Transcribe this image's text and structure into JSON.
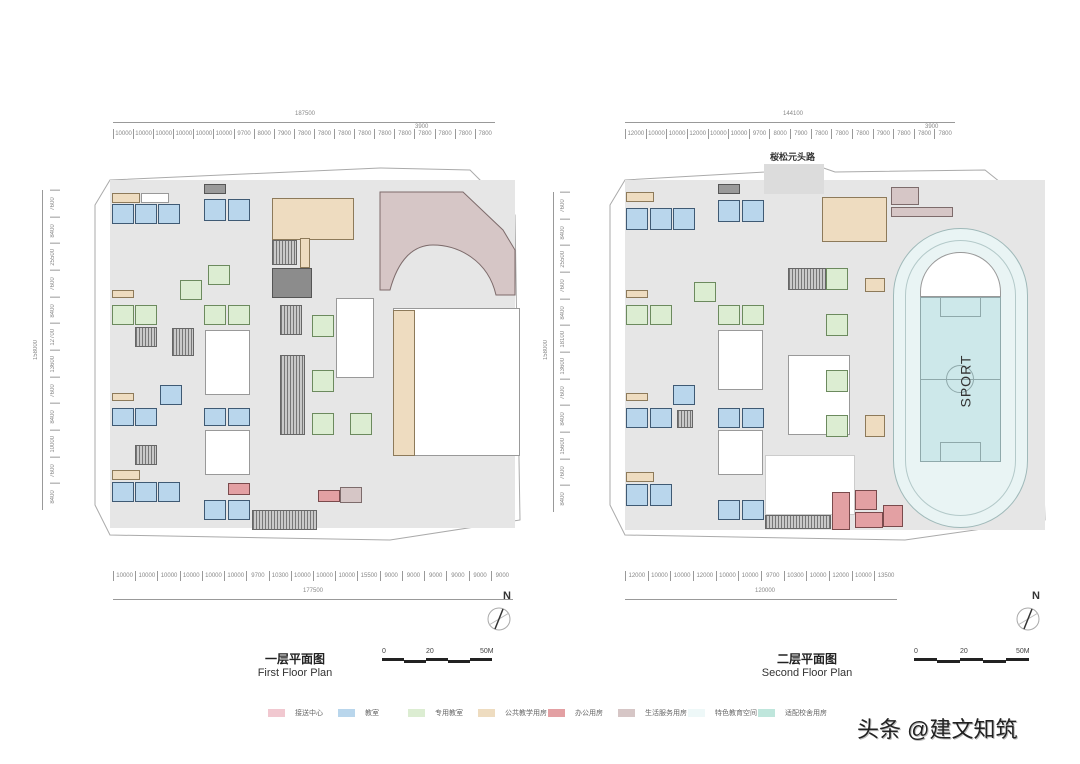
{
  "plans": [
    {
      "id": "first",
      "title_cn": "一层平面图",
      "title_en": "First Floor Plan",
      "top_total": "187500",
      "top_segments": [
        "10000",
        "10000",
        "10000",
        "10000",
        "10000",
        "10000",
        "9700",
        "8000",
        "7900",
        "7800",
        "7800",
        "7800",
        "7800",
        "7800",
        "7800",
        "7800",
        "7800",
        "7800",
        "7800"
      ],
      "top_extra": "3900",
      "bottom_total": "177500",
      "bottom_segments": [
        "10000",
        "10000",
        "10000",
        "10000",
        "10000",
        "10000",
        "9700",
        "10300",
        "10000",
        "10000",
        "10000",
        "15500",
        "9000",
        "9000",
        "9000",
        "9000",
        "9000",
        "9000"
      ],
      "left_total": "158000",
      "left_segments": [
        "7600",
        "8400",
        "25500",
        "7600",
        "8400",
        "12700",
        "13600",
        "7600",
        "8400",
        "10000",
        "7600",
        "8400"
      ],
      "north_label": "N",
      "scale": {
        "start": "0",
        "mid": "20",
        "end": "50M"
      }
    },
    {
      "id": "second",
      "title_cn": "二层平面图",
      "title_en": "Second Floor Plan",
      "road_label": "桜松元头路",
      "field_label": "SPORT",
      "top_total": "144100",
      "top_segments": [
        "12000",
        "10000",
        "10000",
        "12000",
        "10000",
        "10000",
        "9700",
        "8000",
        "7900",
        "7800",
        "7800",
        "7800",
        "7900",
        "7800",
        "7800",
        "7800"
      ],
      "top_extra": "3900",
      "bottom_total": "120000",
      "bottom_segments": [
        "12000",
        "10000",
        "10000",
        "12000",
        "10000",
        "10000",
        "9700",
        "10300",
        "10000",
        "12000",
        "10000",
        "13500"
      ],
      "right_total": "158000",
      "right_segments": [
        "7600",
        "8400",
        "25500",
        "7600",
        "8400",
        "18100",
        "13600",
        "7600",
        "8400",
        "15600",
        "7600",
        "8400"
      ],
      "north_label": "N",
      "scale": {
        "start": "0",
        "mid": "20",
        "end": "50M"
      }
    }
  ],
  "legend": [
    {
      "label": "接送中心",
      "color": "#f1c8d0"
    },
    {
      "label": "教室",
      "color": "#b9d6ec"
    },
    {
      "label": "专用教室",
      "color": "#dcedd2"
    },
    {
      "label": "公共教学用房",
      "color": "#eedcc0"
    },
    {
      "label": "办公用房",
      "color": "#e3a0a3"
    },
    {
      "label": "生活服务用房",
      "color": "#d6c6c6"
    },
    {
      "label": "特色教育空间",
      "color": "#eef8f8"
    },
    {
      "label": "适配校舍用房",
      "color": "#bfe6dc"
    }
  ],
  "watermark": "头条 @建文知筑"
}
